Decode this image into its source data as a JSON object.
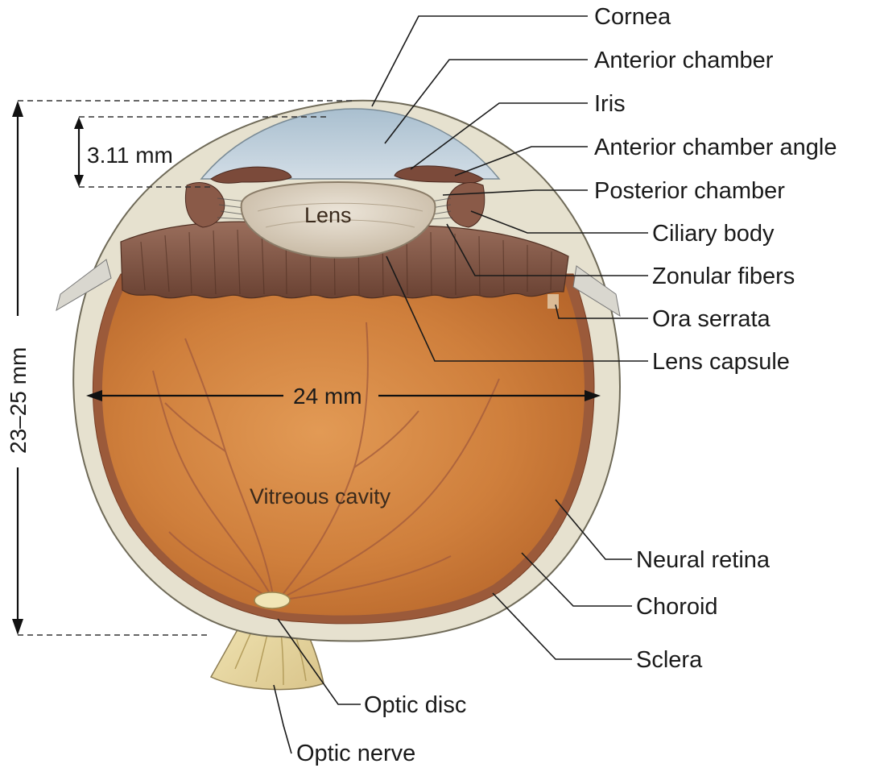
{
  "labels": {
    "cornea": "Cornea",
    "anterior_chamber": "Anterior chamber",
    "iris": "Iris",
    "anterior_chamber_angle": "Anterior chamber angle",
    "posterior_chamber": "Posterior chamber",
    "ciliary_body": "Ciliary body",
    "zonular_fibers": "Zonular fibers",
    "ora_serrata": "Ora serrata",
    "lens_capsule": "Lens capsule",
    "neural_retina": "Neural retina",
    "choroid": "Choroid",
    "sclera": "Sclera",
    "optic_disc": "Optic disc",
    "optic_nerve": "Optic nerve",
    "lens": "Lens",
    "vitreous_cavity": "Vitreous cavity"
  },
  "dimensions": {
    "axial_length": "23–25 mm",
    "anterior_chamber_depth": "3.11 mm",
    "horizontal_diameter": "24 mm"
  },
  "colors": {
    "sclera": "#e6e1cf",
    "vitreous": "#d0853f",
    "ciliary": "#7d5544",
    "cornea_fluid": "#b9cbd8",
    "lens": "#d8cdbd",
    "optic_nerve": "#eadba4"
  }
}
